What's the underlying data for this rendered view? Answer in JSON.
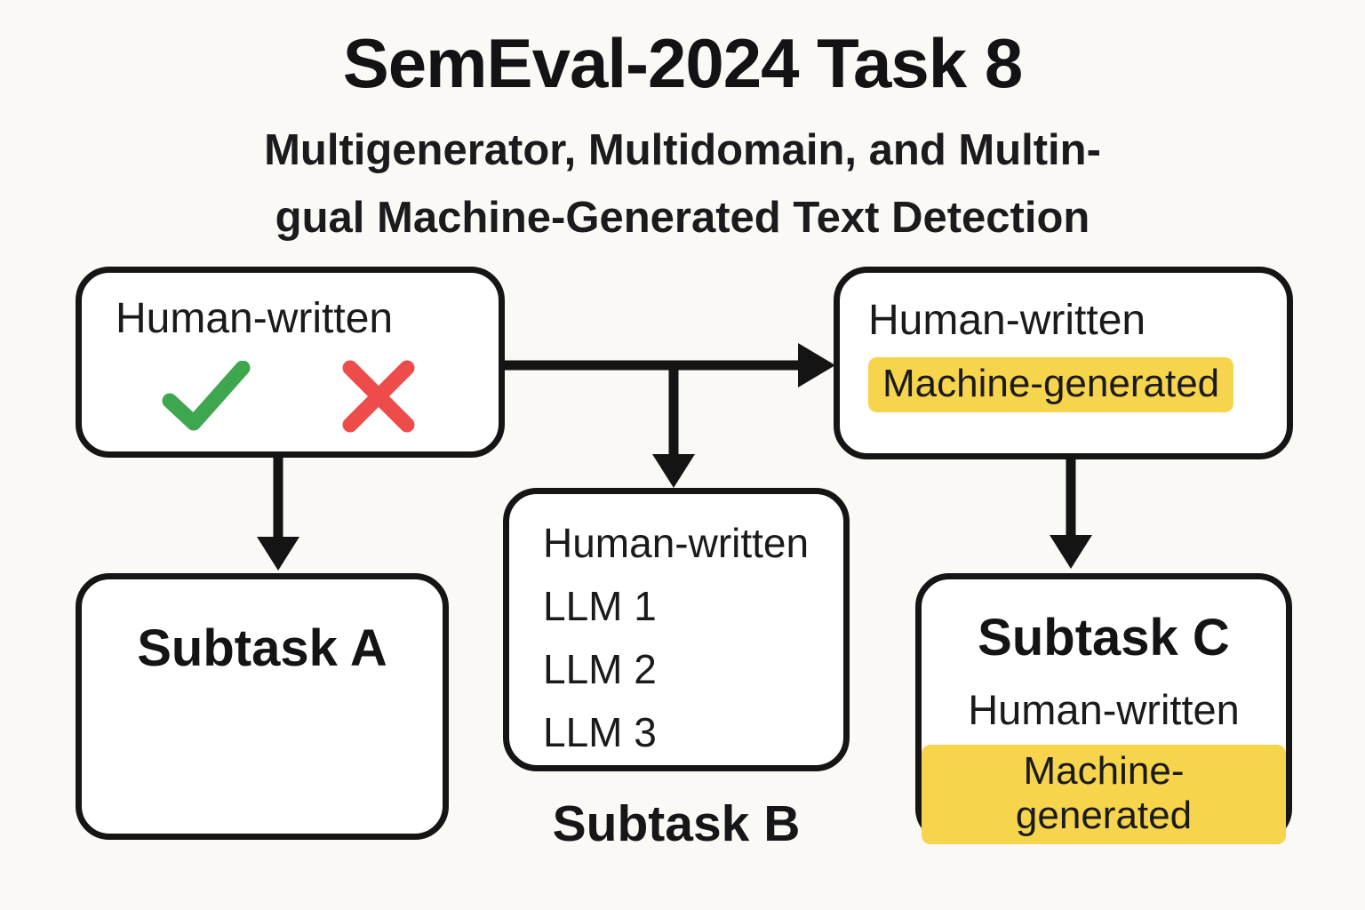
{
  "header": {
    "title": "SemEval-2024 Task 8",
    "subtitle_line1": "Multigenerator, Multidomain, and Multin-",
    "subtitle_line2": "gual Machine-Generated Text Detection"
  },
  "diagram": {
    "source_box": {
      "label": "Human-written"
    },
    "binary_box": {
      "line1": "Human-written",
      "line2_highlighted": "Machine-generated"
    },
    "generator_box": {
      "lines": [
        "Human-written",
        "LLM 1",
        "LLM 2",
        "LLM 3"
      ],
      "caption": "Subtask B"
    },
    "subtask_a_box": {
      "title": "Subtask A"
    },
    "subtask_c_box": {
      "title": "Subtask C",
      "line1": "Human-written",
      "line2_highlighted": "Machine-generated"
    },
    "icons": {
      "check": "green-checkmark-icon",
      "cross": "red-cross-icon"
    }
  },
  "colors": {
    "page_bg": "#FAF9F6",
    "ink": "#18181A",
    "box_border": "#151515",
    "highlight_yellow": "#F6D44C",
    "check_green": "#3FA650",
    "cross_red": "#EE4B4B"
  }
}
